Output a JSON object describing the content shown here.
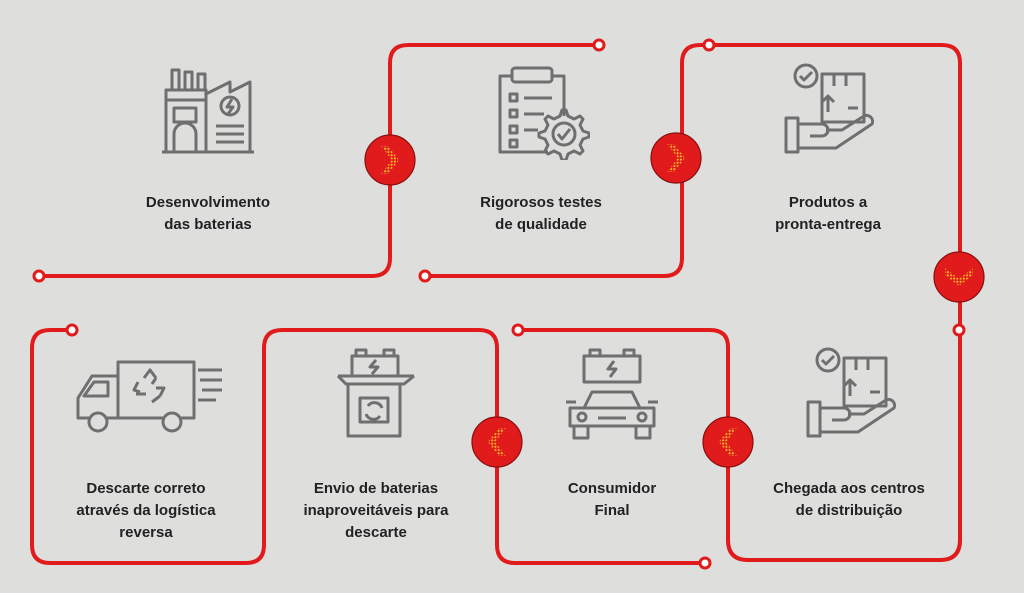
{
  "steps": [
    {
      "label": "Desenvolvimento\ndas baterias",
      "icon": "factory-icon"
    },
    {
      "label": "Rigorosos testes\nde qualidade",
      "icon": "clipboard-gear-icon"
    },
    {
      "label": "Produtos a\npronta-entrega",
      "icon": "hand-box-icon"
    },
    {
      "label": "Chegada aos centros\nde distribuição",
      "icon": "hand-box-icon"
    },
    {
      "label": "Consumidor\nFinal",
      "icon": "car-battery-icon"
    },
    {
      "label": "Envio de baterias\ninaproveitáveis para\ndescarte",
      "icon": "battery-bin-icon"
    },
    {
      "label": "Descarte correto\natravés da logística\nreversa",
      "icon": "recycle-truck-icon"
    }
  ],
  "colors": {
    "path": "#e11b1b",
    "badge": "#e11b1b",
    "arrow_dots": "#f7c12a",
    "icon": "#6f6f6f",
    "text": "#222222",
    "background": "#dededd"
  }
}
